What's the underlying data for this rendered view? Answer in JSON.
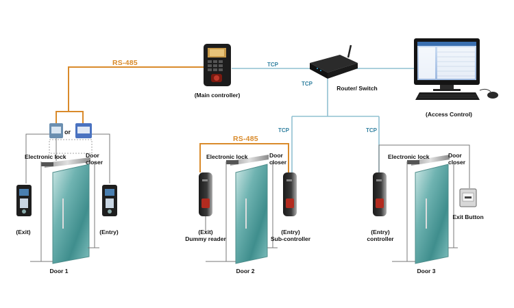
{
  "labels": {
    "rs485_top": "RS-485",
    "rs485_door2": "RS-485",
    "tcp_main": "TCP",
    "tcp_router": "TCP",
    "tcp_door2": "TCP",
    "tcp_door3": "TCP",
    "or": "or",
    "main_controller": "(Main controller)",
    "router_switch": "Router/ Switch",
    "access_control": "(Access Control)",
    "door1": {
      "electronic_lock": "Electronic lock",
      "door_closer_1": "Door",
      "door_closer_2": "closer",
      "exit": "(Exit)",
      "entry": "(Entry)",
      "door": "Door 1"
    },
    "door2": {
      "electronic_lock": "Electronic lock",
      "door_closer_1": "Door",
      "door_closer_2": "closer",
      "exit_1": "(Exit)",
      "exit_2": "Dummy reader",
      "entry_1": "(Entry)",
      "entry_2": "Sub-controller",
      "door": "Door 2"
    },
    "door3": {
      "electronic_lock": "Electronic lock",
      "door_closer_1": "Door",
      "door_closer_2": "closer",
      "entry_1": "(Entry)",
      "entry_2": "controller",
      "exit_button": "Exit Button",
      "door": "Door 3"
    }
  },
  "colors": {
    "rs485_line": "#d98a2a",
    "tcp_line": "#8fc0d0",
    "tcp_text": "#2f7f9f",
    "wire": "#777777",
    "door_glass": "#5aa7a6"
  }
}
